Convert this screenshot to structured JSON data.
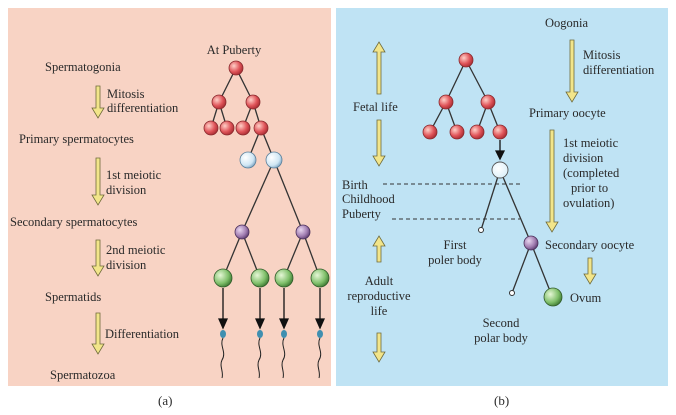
{
  "colors": {
    "panel_a_bg": "#f8d3c4",
    "panel_b_bg": "#bfe3f4",
    "spermatogonia_cell": "#e0555a",
    "primary_cell": "#cfe6f4",
    "secondary_cell": "#a07cb0",
    "spermatid_cell": "#7fbf6a",
    "sperm_head": "#3f8fb0",
    "arrow_fill": "#f2e58a",
    "ovum_cell": "#7fbf6a"
  },
  "panel_a": {
    "caption": "(a)",
    "at_puberty": "At Puberty",
    "stages": {
      "spermatogonia": "Spermatogonia",
      "primary": "Primary spermatocytes",
      "secondary": "Secondary spermatocytes",
      "spermatids": "Spermatids",
      "spermatozoa": "Spermatozoa"
    },
    "processes": {
      "mitosis_line1": "Mitosis",
      "mitosis_line2": "differentiation",
      "meiotic1_line1": "1st meiotic",
      "meiotic1_line2": "division",
      "meiotic2_line1": "2nd meiotic",
      "meiotic2_line2": "division",
      "differentiation": "Differentiation"
    }
  },
  "panel_b": {
    "caption": "(b)",
    "oogonia": "Oogonia",
    "mitosis_line1": "Mitosis",
    "mitosis_line2": "differentiation",
    "primary_oocyte": "Primary oocyte",
    "meiosis_lines": [
      "1st meiotic",
      "division",
      "(completed",
      "prior to",
      "ovulation)"
    ],
    "secondary_oocyte": "Secondary oocyte",
    "ovum": "Ovum",
    "first_polar_line1": "First",
    "first_polar_line2": "poler body",
    "second_polar_line1": "Second",
    "second_polar_line2": "polar body",
    "fetal_life": "Fetal life",
    "birth": "Birth",
    "childhood": "Childhood",
    "puberty": "Puberty",
    "adult_line1": "Adult",
    "adult_line2": "reproductive",
    "adult_line3": "life"
  }
}
